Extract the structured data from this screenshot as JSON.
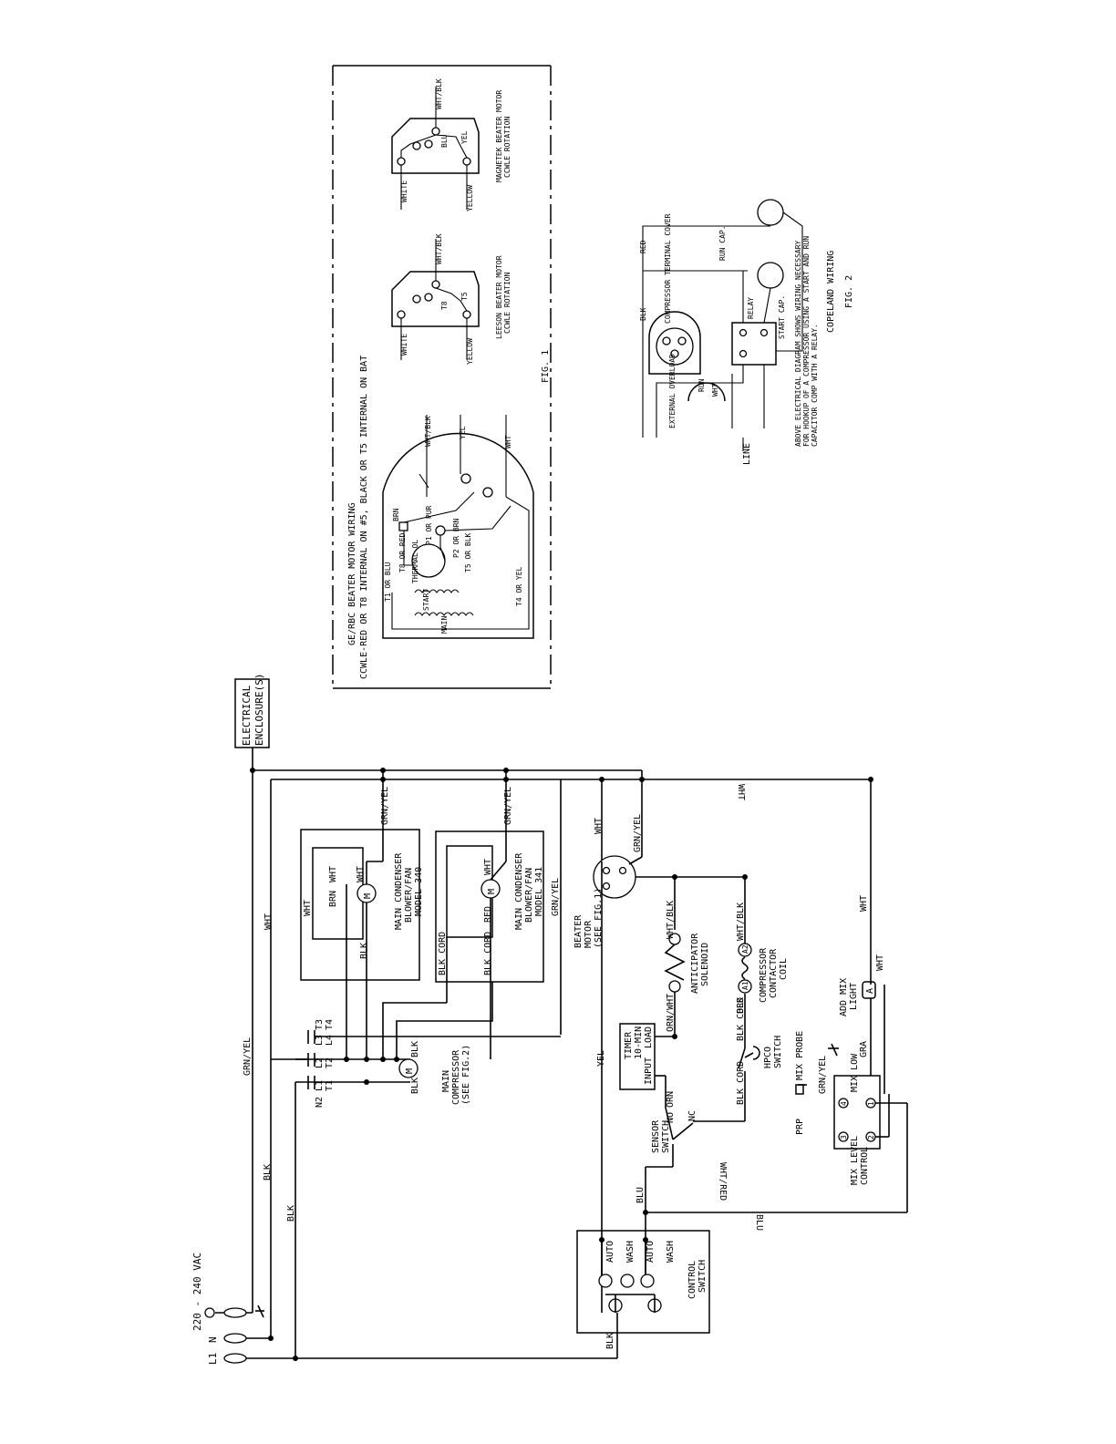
{
  "supply": {
    "voltage": "220 - 240 VAC",
    "terminals": [
      "L1",
      "N"
    ]
  },
  "enclosure": {
    "label_line1": "ELECTRICAL",
    "label_line2": "ENCLOSURE(S)"
  },
  "wires": {
    "grn_yel": "GRN/YEL",
    "blk": "BLK",
    "wht": "WHT",
    "yel": "YEL",
    "blu": "BLU",
    "red": "RED",
    "brn": "BRN",
    "gra": "GRA",
    "prp": "PRP",
    "orn": "ORN",
    "orn_wht": "ORN/WHT",
    "wht_blk": "WHT/BLK",
    "wht_red": "WHT/RED",
    "blk_cord": "BLK CORD"
  },
  "contactor": {
    "top": [
      "L3",
      "T3",
      "L4",
      "T4"
    ],
    "mid": [
      "L2",
      "T2"
    ],
    "bottom": [
      "L1",
      "T1"
    ],
    "n2": "N2"
  },
  "fans": [
    {
      "line1": "MAIN CONDENSER",
      "line2": "BLOWER/FAN",
      "line3": "MODEL 340"
    },
    {
      "line1": "MAIN CONDENSER",
      "line2": "BLOWER/FAN",
      "line3": "MODEL 341"
    }
  ],
  "motor_symbol": "M",
  "compressor": {
    "line1": "MAIN",
    "line2": "COMPRESSOR",
    "line3": "(SEE FIG.2)"
  },
  "beater": {
    "line1": "BEATER",
    "line2": "MOTOR",
    "line3": "(SEE FIG.1)"
  },
  "anticipator": {
    "line1": "ANTICIPATOR",
    "line2": "SOLENOID"
  },
  "comp_coil": {
    "line1": "COMPRESSOR",
    "line2": "CONTACTOR",
    "line3": "COIL",
    "a1": "A1",
    "a2": "A2"
  },
  "timer": {
    "line1": "TIMER",
    "line2": "10-MIN",
    "input": "INPUT",
    "load": "LOAD"
  },
  "hpco": {
    "line1": "HPCO",
    "line2": "SWITCH"
  },
  "sensor": {
    "line1": "SENSOR",
    "line2": "SWITCH",
    "no": "NO",
    "nc": "NC"
  },
  "mix_light": {
    "line1": "ADD MIX",
    "line2": "LIGHT",
    "symbol": "A"
  },
  "mix_control": {
    "line1": "MIX LEVEL",
    "line2": "CONTROL",
    "probe": "MIX PROBE",
    "mix_low": "MIX LOW",
    "terms": [
      "1",
      "2",
      "3",
      "4"
    ]
  },
  "control_switch": {
    "line1": "CONTROL",
    "line2": "SWITCH",
    "auto": "AUTO",
    "wash": "WASH"
  },
  "fig1": {
    "title_line1": "GE/RBC BEATER MOTOR WIRING",
    "title_line2": "CCWLE-RED OR T8 INTERNAL ON #5, BLACK OR T5 INTERNAL ON BAT",
    "caption": "FIG. 1",
    "gerbc_labels": [
      "T1 OR BLU",
      "T4 OR YEL",
      "T8 OR RED",
      "T5 OR BLK",
      "P1 OR PUR",
      "P2 OR BRN",
      "THERMAL OL",
      "START",
      "MAIN",
      "BRN",
      "WHT/BLK",
      "YEL",
      "WHT"
    ],
    "leeson": {
      "title_line1": "LEESON BEATER MOTOR",
      "title_line2": "CCWLE ROTATION",
      "left": "WHITE",
      "right": "YELLOW",
      "top": "WHT/BLK",
      "t8": "T8",
      "t5": "T5"
    },
    "magnetek": {
      "title_line1": "MAGNETEK BEATER MOTOR",
      "title_line2": "CCWLE ROTATION",
      "left": "WHITE",
      "right": "YELLOW",
      "top": "WHT/BLK",
      "blu": "BLU",
      "yel": "YEL"
    }
  },
  "fig2": {
    "title": "COPELAND WIRING",
    "caption": "FIG. 2",
    "labels": [
      "RUN CAP.",
      "START CAP.",
      "RELAY",
      "COMPRESSOR TERMINAL COVER",
      "EXTERNAL OVERLOAD",
      "RED",
      "BLK",
      "WHT",
      "RUN",
      "LINE"
    ],
    "note_line1": "ABOVE ELECTRICAL DIAGRAM SHOWS WIRING NECESSARY",
    "note_line2": "FOR HOOKUP OF A COMPRESSOR USING A START AND RUN",
    "note_line3": "CAPACITOR COMP WITH A RELAY."
  }
}
